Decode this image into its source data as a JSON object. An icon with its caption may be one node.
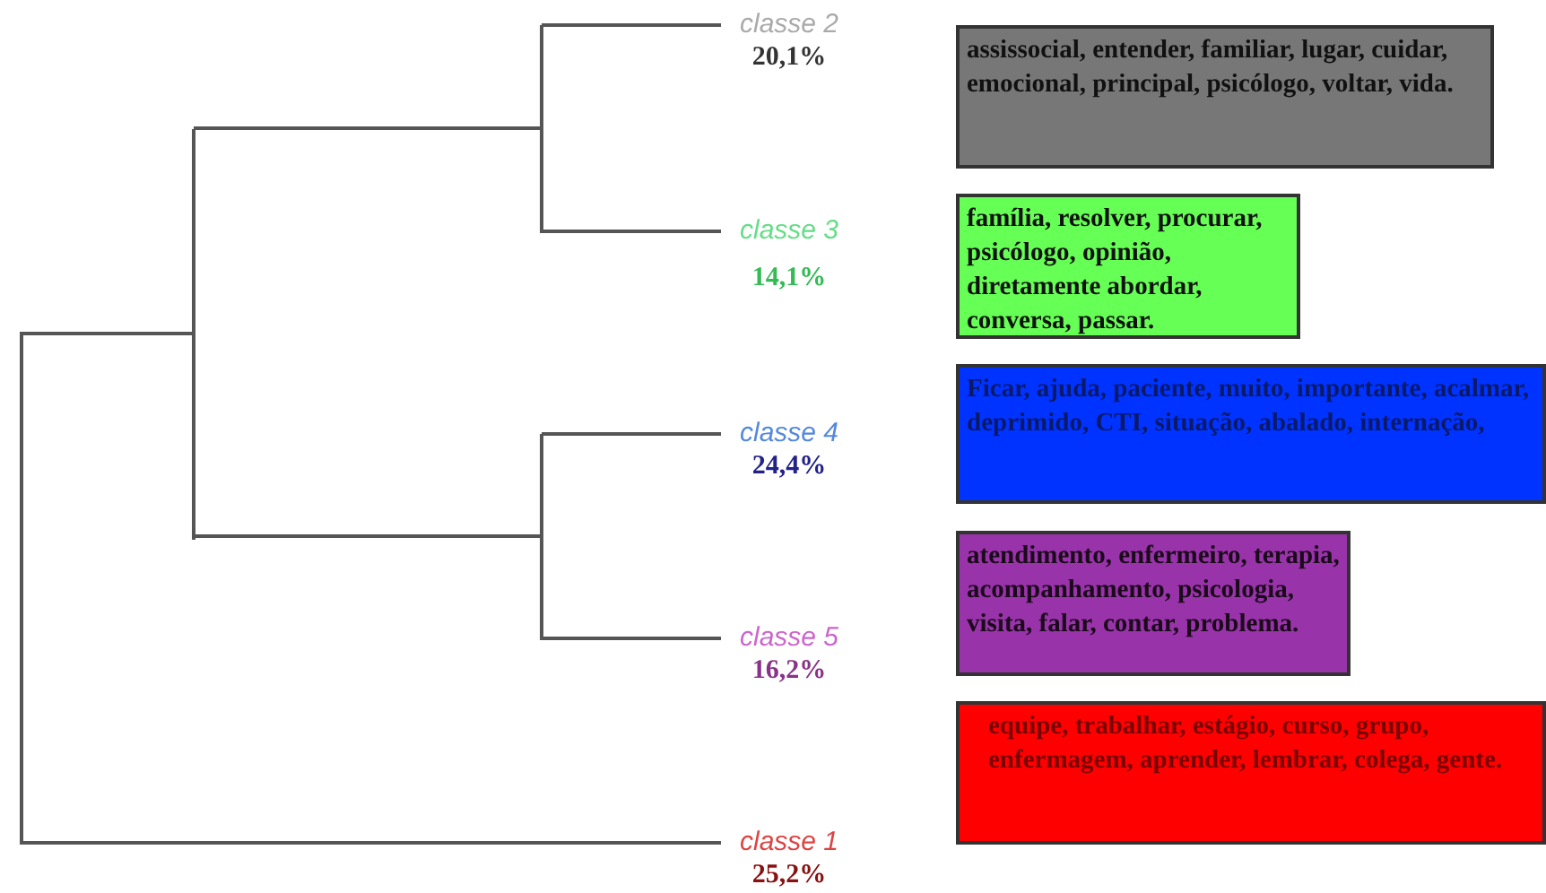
{
  "diagram": {
    "nodes": [
      {
        "text": [],
        "shape": "bar"
      },
      {
        "text": [],
        "shape": "bar"
      },
      {
        "text": [],
        "shape": "bar"
      },
      {
        "text": [
          "classe 2",
          "20,1%"
        ]
      },
      {
        "text": [
          "assissocial, entender, familiar, lugar, cuidar, emocional, principal, psicólogo, voltar, vida."
        ]
      },
      {
        "text": [
          "classe 3",
          "14,1%"
        ]
      },
      {
        "text": [
          "família, resolver, procurar, psicólogo, opinião, diretamente abordar, conversa, passar."
        ]
      },
      {
        "text": [],
        "shape": "bar"
      },
      {
        "text": [
          "classe 4",
          "24,4%"
        ]
      },
      {
        "text": [
          "Ficar, ajuda, paciente, muito, importante, acalmar, deprimido, CTI, situação, abalado, internação,"
        ]
      },
      {
        "text": [
          "classe 5",
          "16,2%"
        ]
      },
      {
        "text": [
          "atendimento, enfermeiro, terapia, acompanhamento, psicologia, visita, falar, contar, problema."
        ]
      },
      {
        "text": [
          "classe 1",
          "25,2%"
        ]
      },
      {
        "text": [
          "equipe, trabalhar, estágio, curso, grupo, enfermagem, aprender, lembrar, colega, gente."
        ]
      }
    ],
    "edges": [
      {
        "from": 0,
        "to": 1,
        "arrow": "none"
      },
      {
        "from": 0,
        "to": 12,
        "arrow": "none"
      },
      {
        "from": 1,
        "to": 2,
        "arrow": "none"
      },
      {
        "from": 1,
        "to": 7,
        "arrow": "none"
      },
      {
        "from": 2,
        "to": 3,
        "arrow": "none"
      },
      {
        "from": 2,
        "to": 5,
        "arrow": "none"
      },
      {
        "from": 7,
        "to": 8,
        "arrow": "none"
      },
      {
        "from": 7,
        "to": 10,
        "arrow": "none"
      }
    ]
  }
}
